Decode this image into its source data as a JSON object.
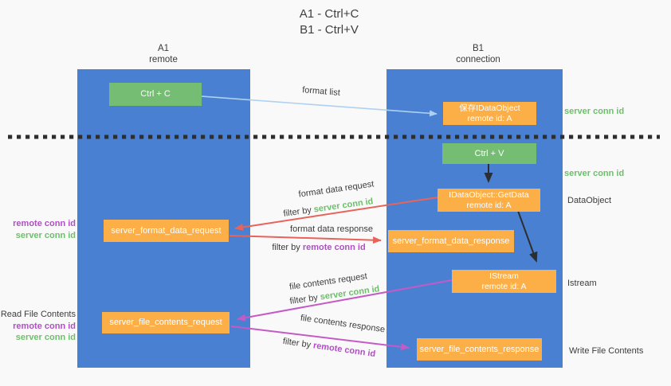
{
  "title": {
    "line1": "A1 - Ctrl+C",
    "line2": "B1 - Ctrl+V"
  },
  "lanes": {
    "a1": {
      "name": "A1",
      "subtitle": "remote"
    },
    "b1": {
      "name": "B1",
      "subtitle": "connection"
    }
  },
  "nodes": {
    "ctrl_c": {
      "label": "Ctrl + C"
    },
    "ctrl_v": {
      "label": "Ctrl + V"
    },
    "save_dataobject": {
      "line1": "保存IDataObject",
      "line2": "remote id: A"
    },
    "getdata": {
      "line1": "IDataObject::GetData",
      "line2": "remote id: A"
    },
    "istream": {
      "line1": "IStream",
      "line2": "remote id: A"
    },
    "format_request": {
      "label": "server_format_data_request"
    },
    "format_response": {
      "label": "server_format_data_response"
    },
    "file_request": {
      "label": "server_file_contents_request"
    },
    "file_response": {
      "label": "server_file_contents_response"
    }
  },
  "edge_labels": {
    "format_list": "format list",
    "format_data_request": "format data request",
    "format_data_response": "format data response",
    "file_contents_request": "file contents request",
    "file_contents_response": "file contents response",
    "filter_by": "filter by",
    "server_conn_id": "server conn id",
    "remote_conn_id": "remote conn id"
  },
  "side_labels": {
    "left_format": {
      "remote": "remote conn id",
      "server": "server conn id"
    },
    "left_file": {
      "title": "Read File Contents",
      "remote": "remote conn id",
      "server": "server conn id"
    },
    "right_top": "server conn id",
    "right_mid": "server conn id",
    "right_dataobject": "DataObject",
    "right_istream": "Istream",
    "right_write": "Write File Contents"
  },
  "colors": {
    "lane_blue": "#4a80d2",
    "node_green": "#76bd74",
    "node_orange": "#fcae47",
    "arrow_light_blue": "#aed1f2",
    "arrow_red": "#e8635a",
    "arrow_magenta": "#c45ac6",
    "arrow_black": "#2e2e2e",
    "text_green": "#6dbf6b",
    "text_purple": "#b14fc5",
    "text_dark": "#3c3c3c",
    "background": "#f9f9f9"
  }
}
